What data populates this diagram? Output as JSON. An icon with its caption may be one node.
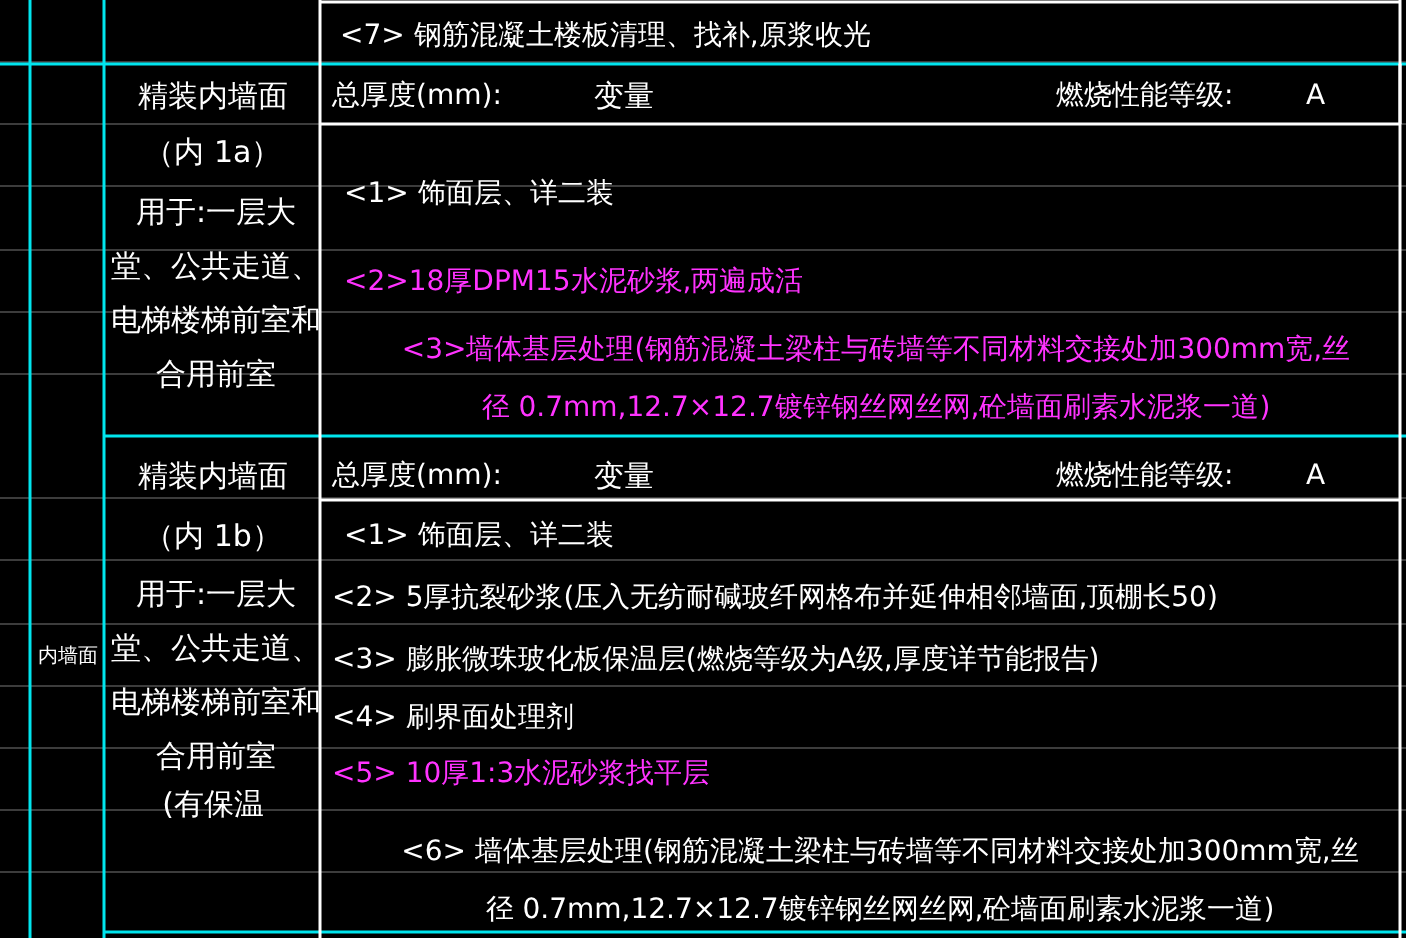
{
  "diagram": {
    "labels": [
      "<7> 钢筋混凝土楼板清理、找补,原浆收光",
      "精装内墙面",
      "总厚度(mm):",
      "变量",
      "燃烧性能等级:",
      "A",
      "（内 1a）",
      "<1> 饰面层、详二装",
      "用于:一层大堂、公共走道、电梯楼梯前室和合用前室",
      "<2>18厚DPM15水泥砂浆,两遍成活",
      "<3>墙体基层处理(钢筋混凝土梁柱与砖墙等不同材料交接处加300mm宽,丝径 0.7mm,12.7×12.7镀锌钢丝网丝网,砼墙面刷素水泥浆一道)",
      "精装内墙面",
      "总厚度(mm):",
      "变量",
      "燃烧性能等级:",
      "A",
      "（内 1b）",
      "<1> 饰面层、详二装",
      "用于:一层大堂、公共走道、电梯楼梯前室和合用前室",
      "<2> 5厚抗裂砂浆(压入无纺耐碱玻纤网格布并延伸相邻墙面,顶棚长50)",
      "内墙面",
      "<3> 膨胀微珠玻化板保温层(燃烧等级为A级,厚度详节能报告)",
      "<4> 刷界面处理剂",
      "<5> 10厚1:3水泥砂浆找平层",
      "(有保温",
      "<6> 墙体基层处理(钢筋混凝土梁柱与砖墙等不同材料交接处加300mm宽,丝径 0.7mm,12.7×12.7镀锌钢丝网丝网,砼墙面刷素水泥浆一道)"
    ]
  }
}
